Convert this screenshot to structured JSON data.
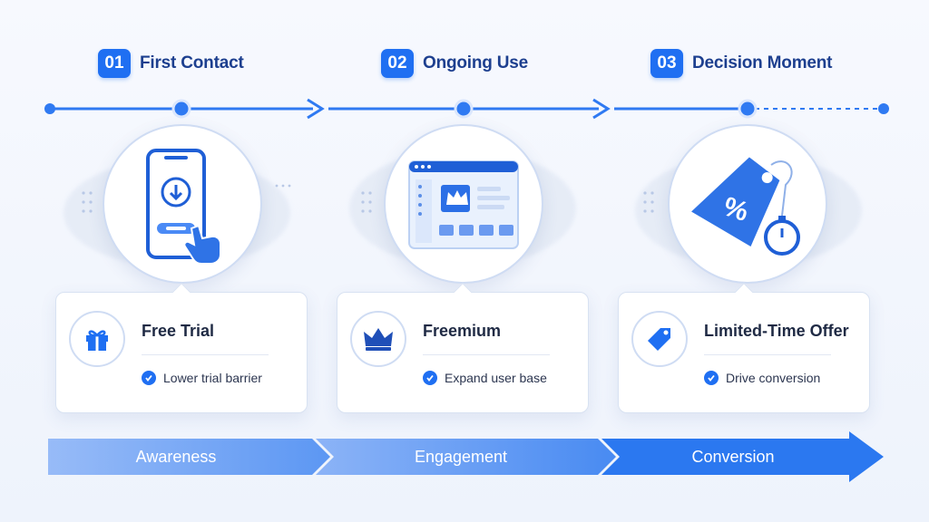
{
  "stages": [
    {
      "number": "01",
      "title": "First Contact",
      "card_title": "Free Trial",
      "feature": "Lower trial barrier",
      "illustration_icon": "phone-download-icon",
      "card_icon": "gift-icon"
    },
    {
      "number": "02",
      "title": "Ongoing Use",
      "card_title": "Freemium",
      "feature": "Expand user base",
      "illustration_icon": "browser-crown-icon",
      "card_icon": "crown-icon"
    },
    {
      "number": "03",
      "title": "Decision Moment",
      "card_title": "Limited-Time Offer",
      "feature": "Drive conversion",
      "illustration_icon": "discount-tag-stopwatch-icon",
      "card_icon": "tag-icon"
    }
  ],
  "phases": [
    "Awareness",
    "Engagement",
    "Conversion"
  ],
  "colors": {
    "accent": "#1f6ff2",
    "accent_light": "#6f9ef5",
    "title": "#1d3f8f",
    "card_border": "#d8e2f2"
  }
}
